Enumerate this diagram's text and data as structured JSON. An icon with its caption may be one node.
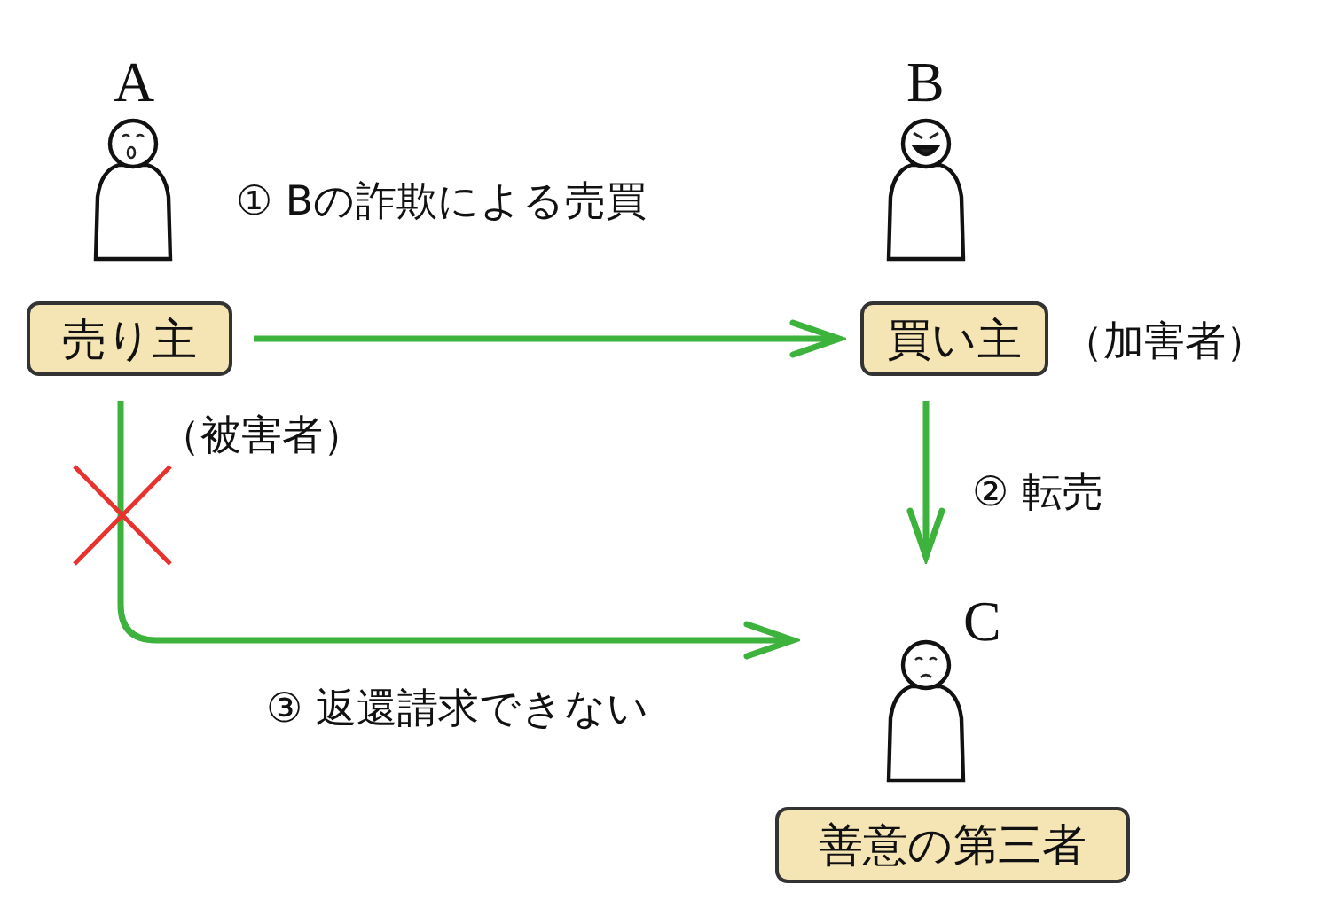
{
  "diagram": {
    "nodes": [
      {
        "text": [
          "A"
        ]
      },
      {
        "text": [
          "売り主"
        ],
        "beside": [
          "（被害者）"
        ]
      },
      {
        "text": [
          "B"
        ]
      },
      {
        "text": [
          "買い主"
        ],
        "beside": [
          "（加害者）"
        ]
      },
      {
        "text": [
          "C"
        ]
      },
      {
        "text": [
          "善意の第三者"
        ]
      }
    ],
    "edges": [
      {
        "from": 1,
        "to": 3,
        "arrow": "to",
        "label": "① Bの詐欺による売買"
      },
      {
        "from": 3,
        "to": 4,
        "arrow": "to",
        "label": "② 転売"
      },
      {
        "from": 1,
        "to": 4,
        "arrow": "to",
        "label": "③ 返還請求できない"
      }
    ]
  }
}
